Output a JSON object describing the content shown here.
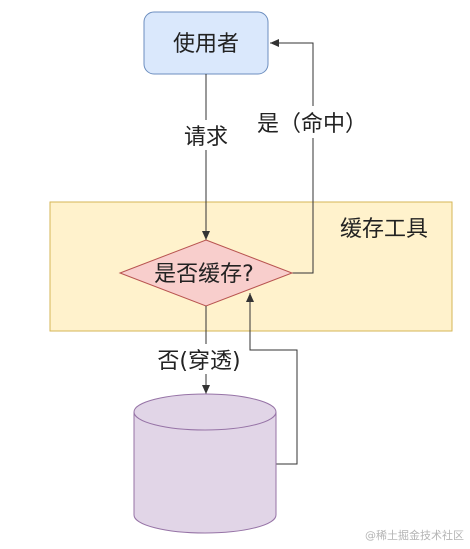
{
  "nodes": {
    "user": "使用者",
    "decision": "是否缓存?",
    "cache_tool": "缓存工具"
  },
  "edges": {
    "request": "请求",
    "hit": "是（命中）",
    "miss": "否(穿透)"
  },
  "watermark": "@稀土掘金技术社区",
  "colors": {
    "user_fill": "#dae8fc",
    "user_stroke": "#6c8ebf",
    "cache_fill": "#fff2cc",
    "cache_stroke": "#d6b656",
    "decision_fill": "#f8cecc",
    "decision_stroke": "#b85450",
    "db_fill": "#e1d5e7",
    "db_stroke": "#9673a6",
    "line": "#333333"
  }
}
